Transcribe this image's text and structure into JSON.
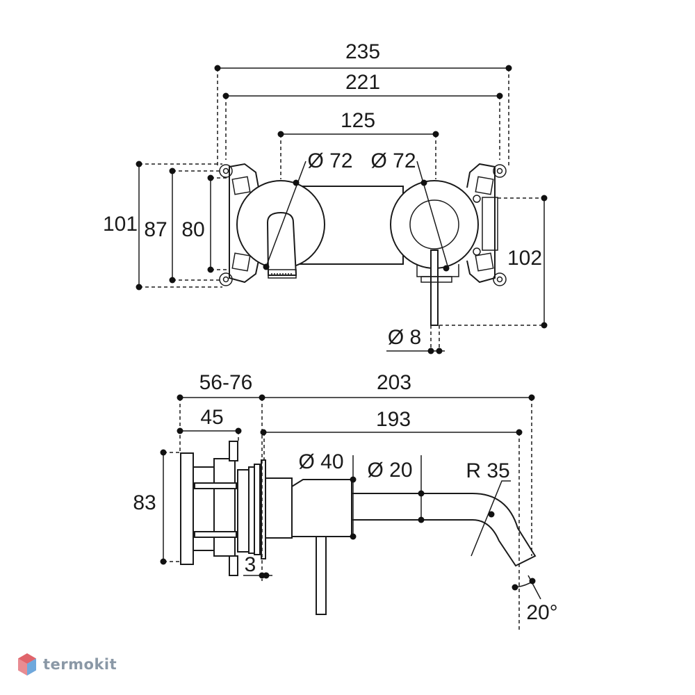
{
  "top_view": {
    "dim_235": "235",
    "dim_221": "221",
    "dim_125": "125",
    "dim_dia72_left": "Ø 72",
    "dim_dia72_right": "Ø 72",
    "dim_101": "101",
    "dim_87": "87",
    "dim_80": "80",
    "dim_102": "102",
    "dim_dia8": "Ø 8"
  },
  "side_view": {
    "dim_56_76": "56-76",
    "dim_203": "203",
    "dim_45": "45",
    "dim_193": "193",
    "dim_dia40": "Ø 40",
    "dim_dia20": "Ø 20",
    "dim_r35": "R 35",
    "dim_83": "83",
    "dim_3": "3",
    "dim_20deg": "20°"
  },
  "brand": {
    "name": "termokit",
    "colors": {
      "logo_red": "#e0646b",
      "logo_blue": "#6fa8dc",
      "text": "#8a98a6"
    }
  }
}
